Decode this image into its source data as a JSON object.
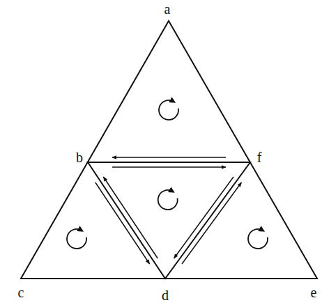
{
  "diagram": {
    "labels": [
      "a",
      "b",
      "f",
      "c",
      "d",
      "e"
    ]
  }
}
